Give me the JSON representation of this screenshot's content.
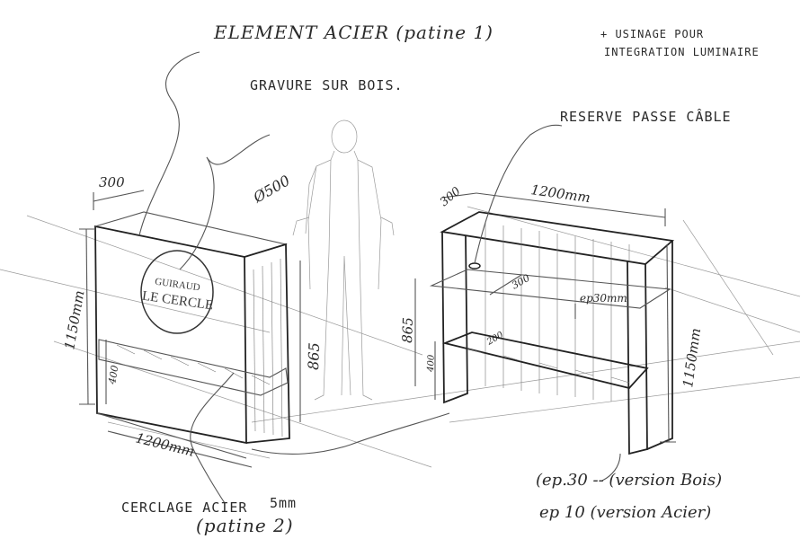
{
  "annotations": {
    "title": "ELEMENT ACIER (patine 1)",
    "machining_line1": "+ USINAGE POUR",
    "machining_line2": "INTEGRATION LUMINAIRE",
    "engraving": "GRAVURE SUR BOIS.",
    "cable_reserve": "RESERVE PASSE CÂBLE",
    "steel_ring_line1": "CERCLAGE ACIER",
    "steel_ring_size": "5mm",
    "steel_ring_line2": "(patine 2)",
    "version_wood": "(ep.30 -- (version Bois)",
    "version_steel": "ep 10 (version Acier)"
  },
  "dimensions": {
    "depth_left": "300",
    "diameter": "Ø500",
    "height_left": "1150mm",
    "ledge_left": "400",
    "counter_height_left": "865",
    "width_left": "1200mm",
    "depth_right": "300",
    "width_right": "1200mm",
    "shelf_depth": "300",
    "shelf_thickness": "ep30mm",
    "counter_height_right": "865",
    "ledge_right": "400",
    "low_shelf": "200",
    "height_right": "1150mm"
  },
  "logo": {
    "line1": "GUIRAUD",
    "line2": "LE CERCLE"
  }
}
